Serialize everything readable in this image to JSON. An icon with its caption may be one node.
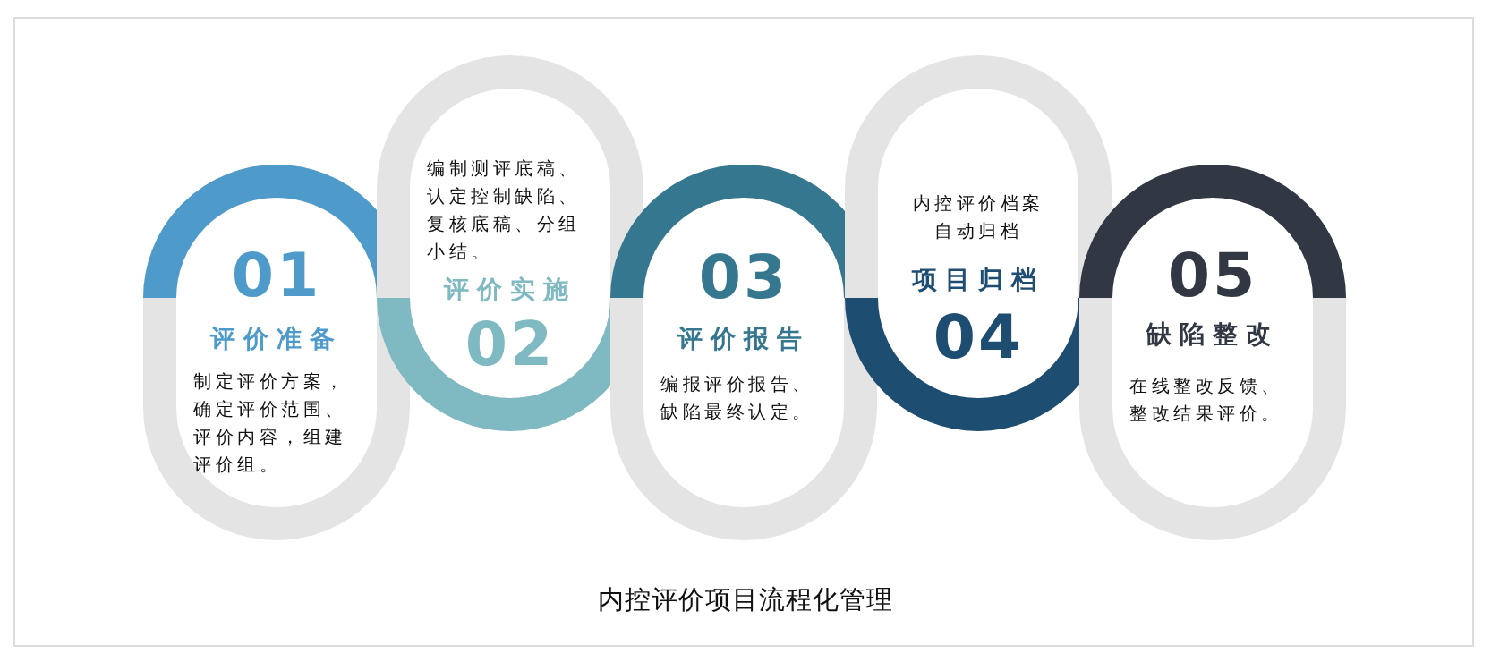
{
  "diagram": {
    "caption": "内控评价项目流程化管理",
    "nodes": [
      {
        "text": [
          "01",
          "评价准备",
          "制定评价方案，确定评价范围、评价内容，组建评价组。"
        ]
      },
      {
        "text": [
          "编制测评底稿、认定控制缺陷、复核底稿、分组小结。",
          "评价实施",
          "02"
        ]
      },
      {
        "text": [
          "03",
          "评价报告",
          "编报评价报告、缺陷最终认定。"
        ]
      },
      {
        "text": [
          "内控评价档案自动归档",
          "项目归档",
          "04"
        ]
      },
      {
        "text": [
          "05",
          "缺陷整改",
          "在线整改反馈、整改结果评价。"
        ]
      }
    ],
    "edges": []
  }
}
